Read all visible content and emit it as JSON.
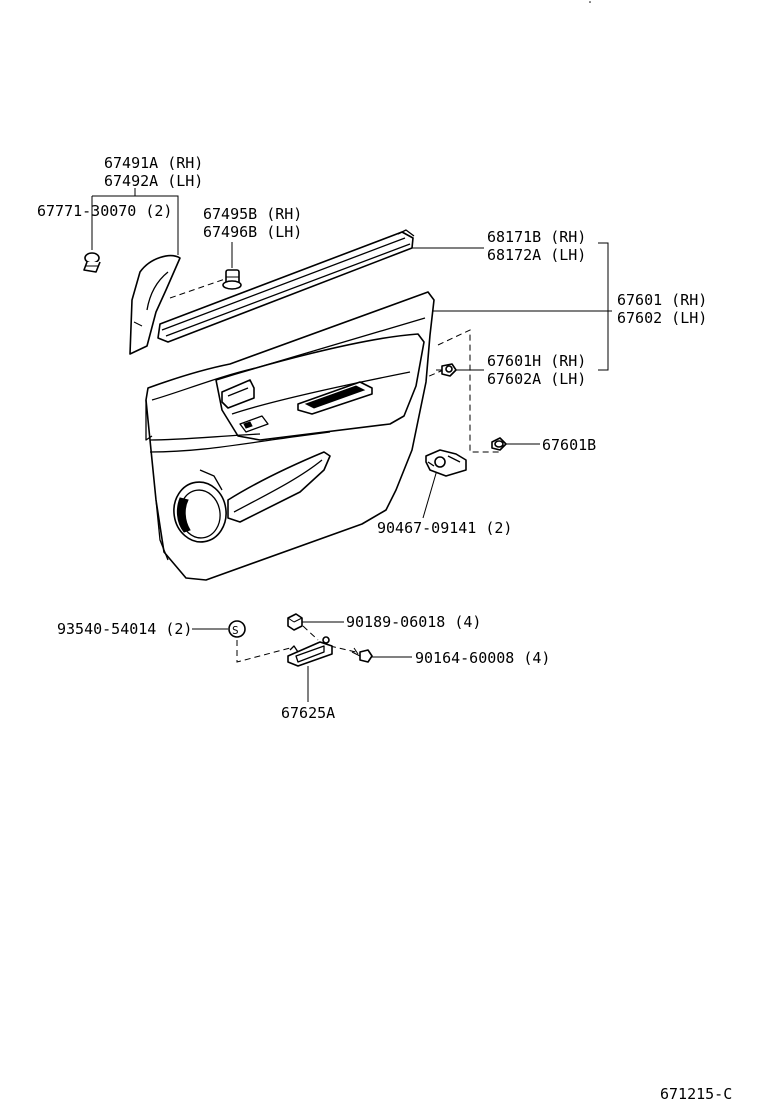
{
  "labels": {
    "p67491": "67491A (RH)",
    "p67492": "67492A (LH)",
    "p67771": "67771-30070 (2)",
    "p67495": "67495B (RH)",
    "p67496": "67496B (LH)",
    "p68171": "68171B (RH)",
    "p68172": "68172A (LH)",
    "p67601": "67601 (RH)",
    "p67602": "67602 (LH)",
    "p67601H": "67601H (RH)",
    "p67602A": "67602A (LH)",
    "p67601B": "67601B",
    "p90467": "90467-09141 (2)",
    "p93540": "93540-54014 (2)",
    "s_symbol": "S",
    "p90189": "90189-06018 (4)",
    "p90164": "90164-60008 (4)",
    "p67625": "67625A",
    "diagram_id": "671215-C"
  }
}
